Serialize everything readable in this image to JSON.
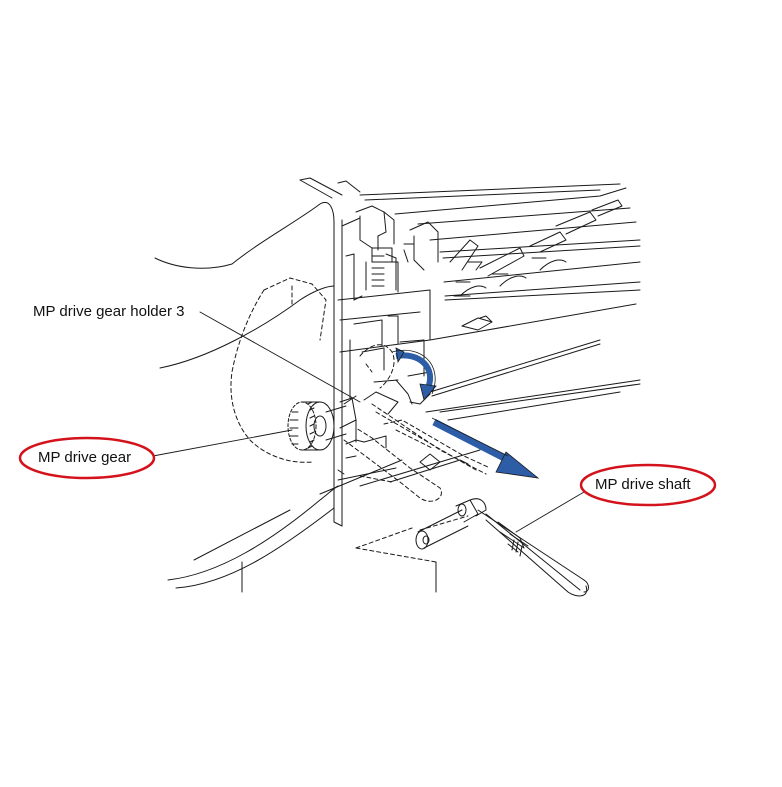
{
  "diagram": {
    "labels": {
      "holder": "MP drive gear holder 3",
      "gear": "MP drive gear",
      "shaft": "MP drive shaft"
    },
    "highlight_color": "#d4121b",
    "arrow_color": "#2e5da8",
    "line_color": "#1a1a1a"
  }
}
